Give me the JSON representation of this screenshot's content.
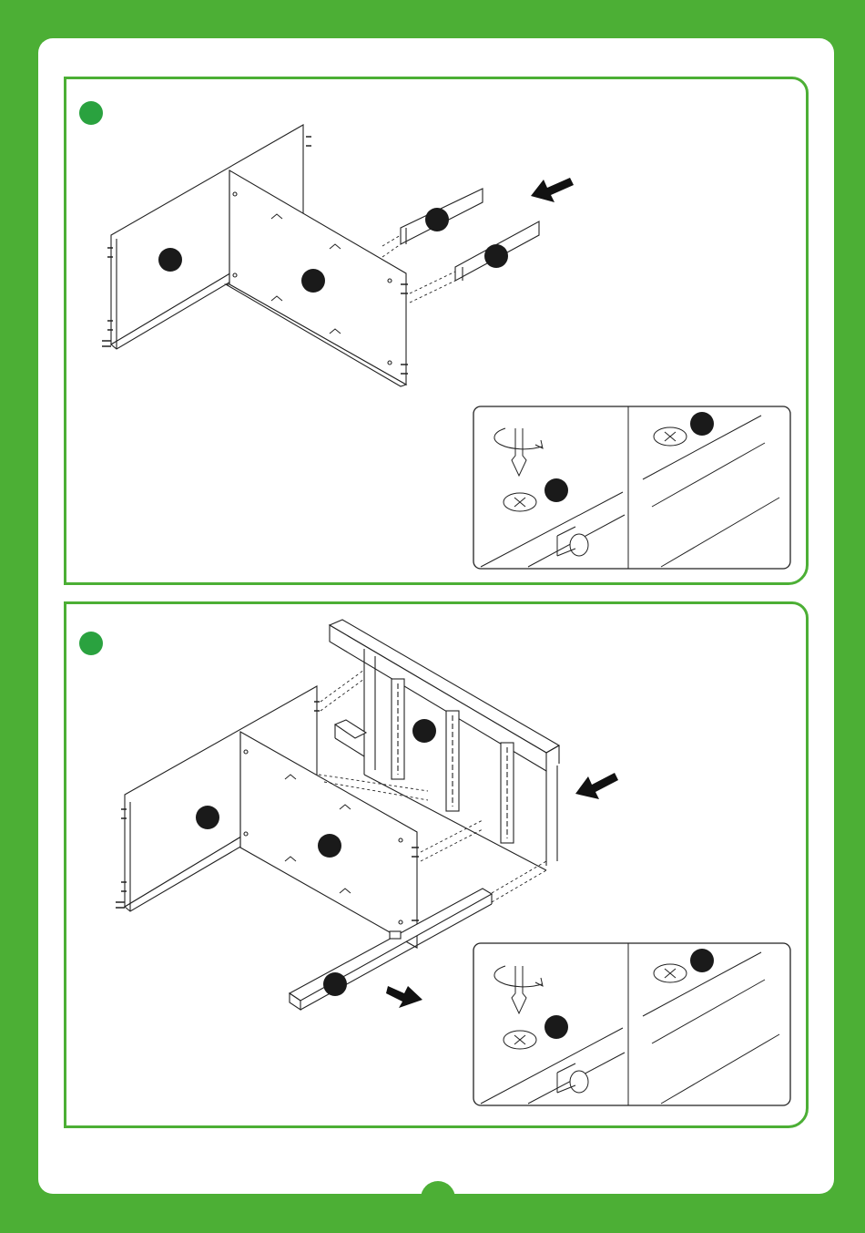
{
  "steps": [
    {
      "parts": [
        "panel-left",
        "panel-back",
        "rail-top",
        "rail-front"
      ],
      "detail": [
        "screwdriver",
        "cam-lock",
        "dowel"
      ]
    },
    {
      "parts": [
        "panel-left",
        "panel-back",
        "drawer-front-frame",
        "bottom-rail"
      ],
      "detail": [
        "screwdriver",
        "cam-lock",
        "dowel"
      ]
    }
  ],
  "colors": {
    "frame": "#4caf35",
    "dot": "#2aa23f",
    "label": "#1a1a1a"
  }
}
